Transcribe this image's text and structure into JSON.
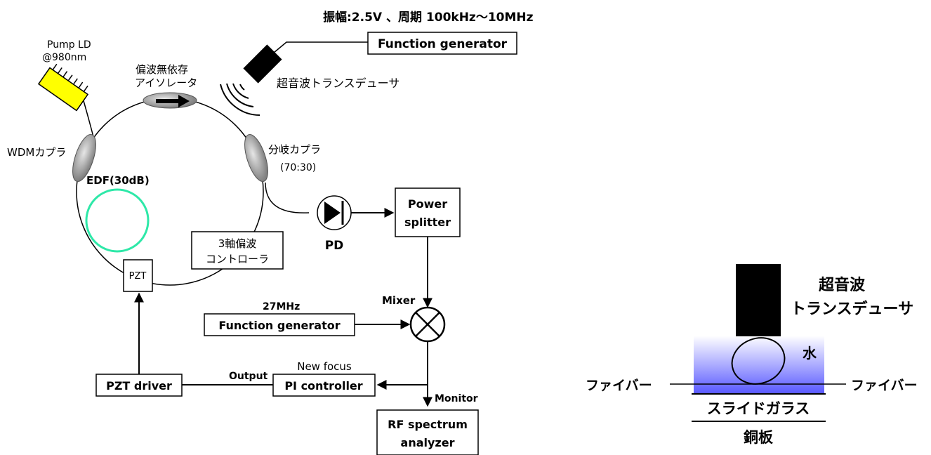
{
  "top": {
    "amplitude": "振幅:2.5V 、周期 100kHz〜10MHz",
    "fg_top": "Function generator",
    "transducer": "超音波トランスデューサ"
  },
  "ring": {
    "pump_1": "Pump LD",
    "pump_2": "@980nm",
    "isolator_1": "偏波無依存",
    "isolator_2": "アイソレータ",
    "wdm": "WDMカプラ",
    "edf": "EDF(30dB)",
    "coupler_1": "分岐カプラ",
    "coupler_2": "(70:30)",
    "polctrl_1": "3軸偏波",
    "polctrl_2": "コントローラ",
    "pzt": "PZT"
  },
  "detect": {
    "pd": "PD",
    "splitter_1": "Power",
    "splitter_2": "splitter",
    "mixer": "Mixer",
    "freq27": "27MHz",
    "fg_27": "Function generator",
    "new_focus": "New focus",
    "pi": "PI controller",
    "output": "Output",
    "pzt_driver": "PZT driver",
    "monitor": "Monitor",
    "rf_1": "RF spectrum",
    "rf_2": "analyzer"
  },
  "setup": {
    "transducer_1": "超音波",
    "transducer_2": "トランスデューサ",
    "water": "水",
    "fiber_left": "ファイバー",
    "fiber_right": "ファイバー",
    "slide": "スライドガラス",
    "copper": "銅板"
  },
  "colors": {
    "pump": "#ffff00",
    "edf": "#2ee8a8",
    "water_top": "#ffffff",
    "water_bottom": "#5a5aff"
  }
}
